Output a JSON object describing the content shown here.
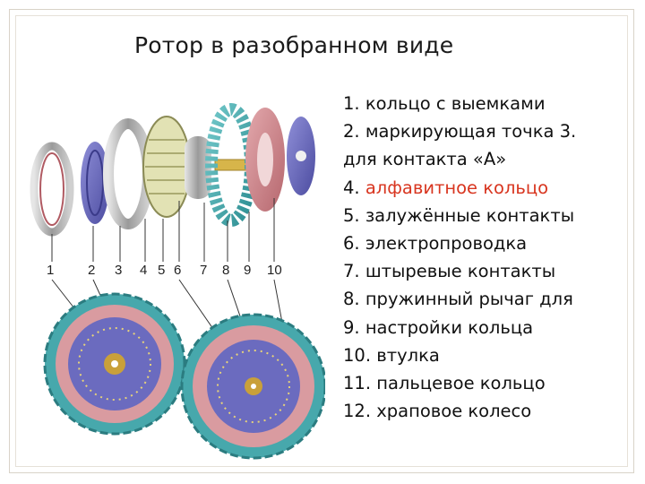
{
  "slide": {
    "title": "Ротор в разобранном виде",
    "accent_color": "#d8351f"
  },
  "figure": {
    "part_numbers": [
      "1",
      "2",
      "3",
      "4",
      "5",
      "6",
      "7",
      "8",
      "9",
      "10"
    ]
  },
  "legend": {
    "items": [
      {
        "number_text": "1.",
        "text": "кольцо с выемками"
      },
      {
        "number_text": "2.",
        "text": "маркирующая точка 3."
      },
      {
        "number_text": "",
        "text": "для контакта «А»"
      },
      {
        "number_text": "4.",
        "text": "алфавитное кольцо",
        "highlight": true
      },
      {
        "number_text": "5.",
        "text": "залужённые контакты"
      },
      {
        "number_text": "6.",
        "text": "электропроводка"
      },
      {
        "number_text": "7.",
        "text": "штыревые контакты"
      },
      {
        "number_text": "8.",
        "text": "пружинный рычаг для"
      },
      {
        "number_text": "9.",
        "text": "настройки кольца"
      },
      {
        "number_text": "10.",
        "text": "втулка"
      },
      {
        "number_text": "11.",
        "text": "пальцевое кольцо"
      },
      {
        "number_text": "12.",
        "text": "храповое колесо"
      }
    ]
  }
}
